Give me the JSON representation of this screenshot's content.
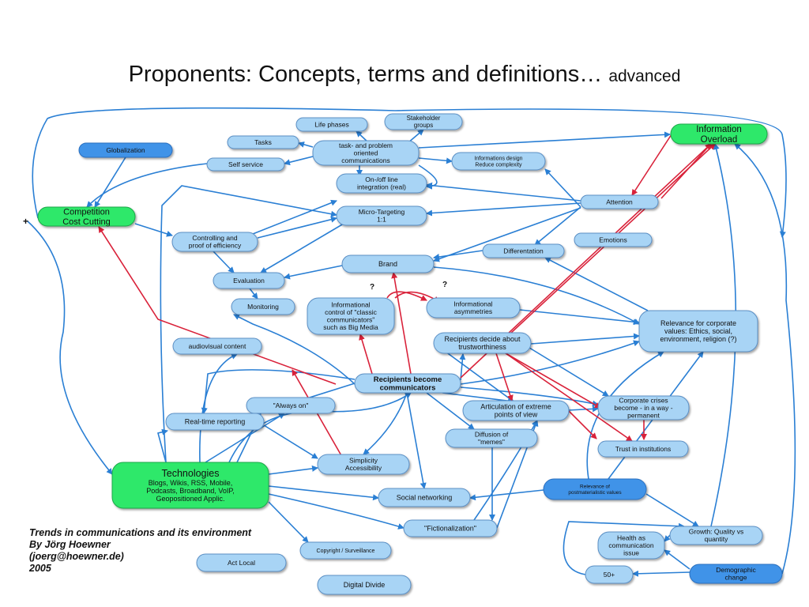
{
  "title": {
    "main": "Proponents: Concepts, terms and definitions…",
    "suffix": "advanced"
  },
  "credit": {
    "line1": "Trends in communications and its environment",
    "line2": "By Jörg Hoewner",
    "line3": "(joerg@hoewner.de)",
    "line4": "2005"
  },
  "plus_sign": "+",
  "colors": {
    "light_node": "#a8d4f5",
    "dark_node": "#3f93e8",
    "green_node": "#2ee86a",
    "arrow_blue": "#2a7fd4",
    "arrow_red": "#d9223a",
    "title": "#111111"
  },
  "nodes": {
    "life_phases": [
      "Life phases"
    ],
    "stakeholder_groups": [
      "Stakeholder",
      "groups"
    ],
    "tasks": [
      "Tasks"
    ],
    "task_oriented": [
      "task- and problem",
      "oriented",
      "communications"
    ],
    "information_overload": [
      "Information",
      "Overload"
    ],
    "globalization": [
      "Globalization"
    ],
    "self_service": [
      "Self service"
    ],
    "informations_design": [
      "Informations design",
      "Reduce complexity"
    ],
    "on_off_line": [
      "On-/off line",
      "integration (real)"
    ],
    "competition": [
      "Competition",
      "Cost Cutting"
    ],
    "attention": [
      "Attention"
    ],
    "micro_targeting": [
      "Micro-Targeting",
      "1:1"
    ],
    "controlling": [
      "Controlling and",
      "proof of efficiency"
    ],
    "emotions": [
      "Emotions"
    ],
    "differentation": [
      "Differentation"
    ],
    "brand": [
      "Brand"
    ],
    "evaluation": [
      "Evaluation"
    ],
    "informational_control": [
      "Informational",
      "control of \"classic",
      "communicators\"",
      "such as Big Media"
    ],
    "informational_asymmetries": [
      "Informational",
      "asymmetries"
    ],
    "monitoring": [
      "Monitoring"
    ],
    "relevance_corporate": [
      "Relevance for corporate",
      "values: Ethics, social,",
      "environment, religion (?)"
    ],
    "audiovisual": [
      "audiovisual content"
    ],
    "recipients_decide": [
      "Recipients decide about",
      "trustworthiness"
    ],
    "recipients_become": [
      "Recipients become",
      "communicators"
    ],
    "always_on": [
      "\"Always on\""
    ],
    "articulation": [
      "Articulation of extreme",
      "points of view"
    ],
    "corporate_crises": [
      "Corporate crises",
      "become - in a way -",
      "permanent"
    ],
    "real_time": [
      "Real-time reporting"
    ],
    "diffusion": [
      "Diffusion of",
      "\"memes\""
    ],
    "trust": [
      "Trust in institutions"
    ],
    "simplicity": [
      "Simplicity",
      "Accessibility"
    ],
    "technologies": [
      "Technologies",
      "Blogs, Wikis, RSS, Mobile,",
      "Podcasts, Broadband, VoIP,",
      "Geopositioned Applic."
    ],
    "relevance_postmaterialistic": [
      "Relevance of",
      "postmaterialistic values"
    ],
    "social_networking": [
      "Social networking"
    ],
    "fictionalization": [
      "\"Fictionalization\""
    ],
    "growth": [
      "Growth: Quality vs",
      "quantity"
    ],
    "health": [
      "Health as",
      "communication",
      "issue"
    ],
    "copyright": [
      "Copyright / Surveillance"
    ],
    "act_local": [
      "Act Local"
    ],
    "fifty_plus": [
      "50+"
    ],
    "demographic": [
      "Demographic",
      "change"
    ],
    "digital_divide": [
      "Digital Divide"
    ]
  },
  "question_marks": [
    "?",
    "?"
  ]
}
